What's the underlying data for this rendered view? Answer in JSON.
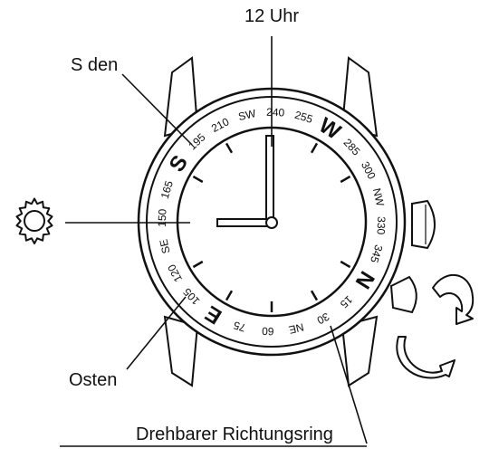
{
  "labels": {
    "top": "12 Uhr",
    "south": "S den",
    "east": "Osten",
    "ring": "Drehbarer Richtungsring"
  },
  "bezel": [
    {
      "text": "N",
      "big": true
    },
    {
      "text": "15"
    },
    {
      "text": "30"
    },
    {
      "text": "NE"
    },
    {
      "text": "60"
    },
    {
      "text": "75"
    },
    {
      "text": "E",
      "big": true
    },
    {
      "text": "105"
    },
    {
      "text": "120"
    },
    {
      "text": "SE"
    },
    {
      "text": "150"
    },
    {
      "text": "165"
    },
    {
      "text": "S",
      "big": true
    },
    {
      "text": "195"
    },
    {
      "text": "210"
    },
    {
      "text": "SW"
    },
    {
      "text": "240"
    },
    {
      "text": "255"
    },
    {
      "text": "W",
      "big": true
    },
    {
      "text": "285"
    },
    {
      "text": "300"
    },
    {
      "text": "NW"
    },
    {
      "text": "330"
    },
    {
      "text": "345"
    }
  ],
  "icons": {
    "sun": "sun-icon",
    "rotate_cw": "rotate-clockwise-arrow-icon",
    "rotate_ccw": "rotate-counterclockwise-arrow-icon"
  }
}
